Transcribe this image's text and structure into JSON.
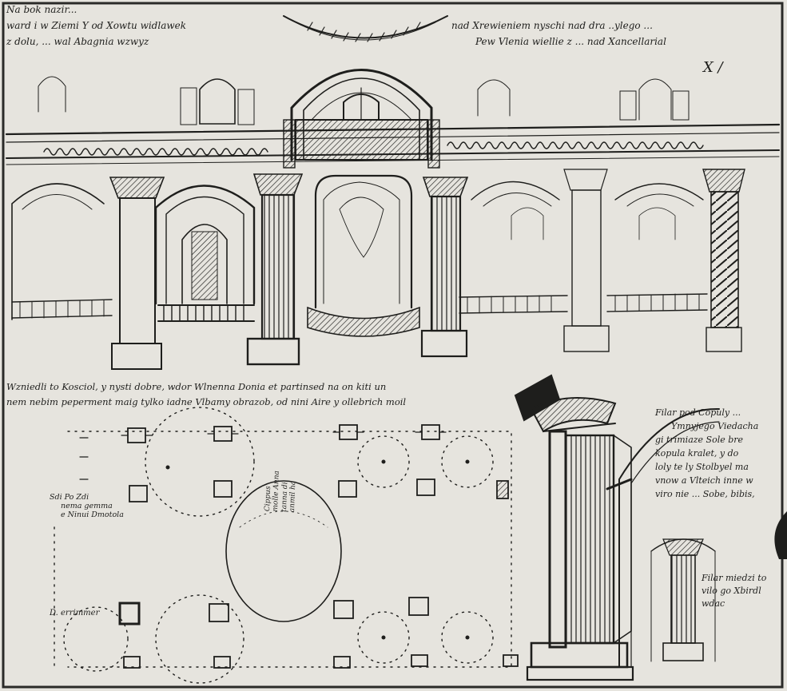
{
  "sheet": {
    "ink_color": "#1e1e1c",
    "paper_color": "#e6e4de",
    "notes": {
      "top_left": [
        "Na bok nazir...",
        "ward i w Ziemi  Y od Xowtu  widlawek",
        "z dolu, ... wal Abagnia wzwyz"
      ],
      "top_right": [
        "nad Xrewieniem nyschi nad dra ..ylego ...",
        "Pew Vlenia wiellie z ... nad Xancellarial"
      ],
      "corner_mark": "X /",
      "middle_left": [
        "Wzniedli to Kosciol, y nysti dobre, wdor Wlnenna Donia et partinsed na on kiti  un",
        "nem nebim peperment maig tylko iadne Vlbamy obrazob, od nini Aire y ollebrich moil"
      ],
      "plan_left": [
        "Sdi Po Zdi",
        "nema gemma",
        "e Ninui Dmotola"
      ],
      "plan_center": [
        "Cippus",
        "molle Anna",
        "tanna di",
        "anmil ha"
      ],
      "plan_bottom_left": "D. errimmer",
      "right_upper": [
        "Filar pod Copuly ...",
        "Ymnyjego Viedacha",
        "gi trimiaze Sole bre",
        "kopula kralet, y do",
        "loly te ly Stolbyel ma",
        "vnow a Vlteich inne w",
        "viro nie ... Sobe, bibis,"
      ],
      "right_lower": [
        "Filar miedzi to",
        "vilo go Xbirdl",
        "wdac"
      ]
    }
  }
}
